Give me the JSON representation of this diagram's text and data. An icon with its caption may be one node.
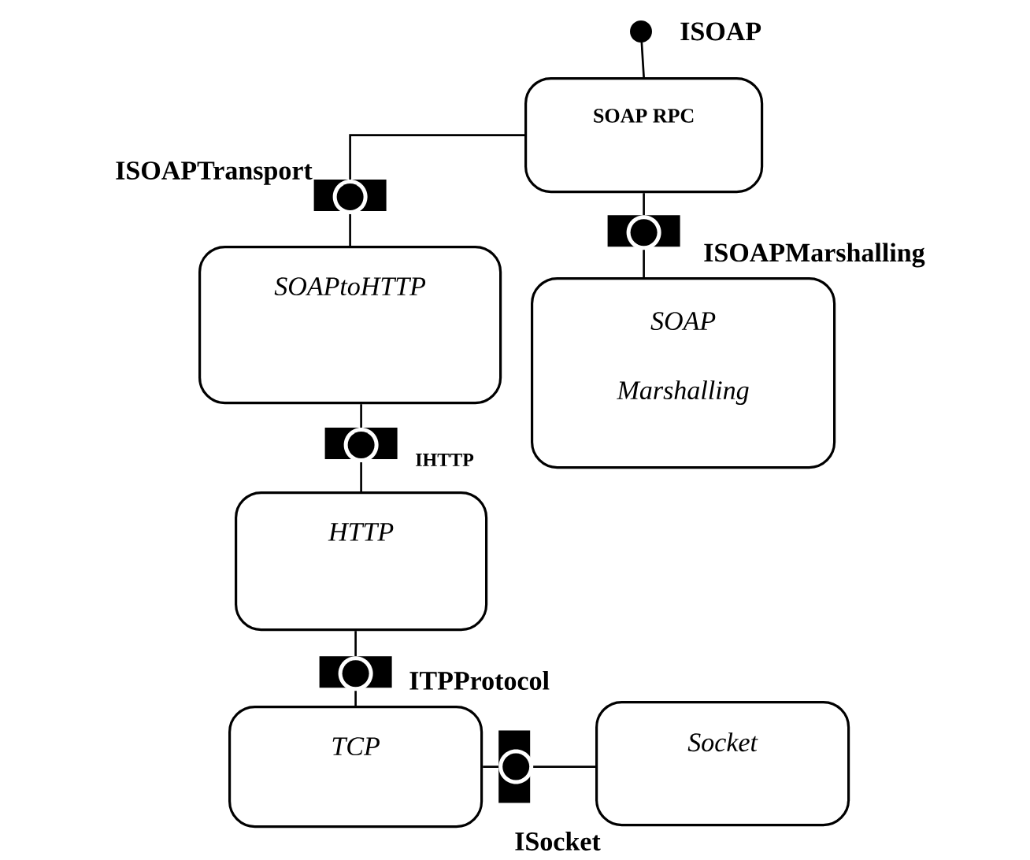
{
  "diagram": {
    "nodes": [
      {
        "text": [
          "SOAP RPC"
        ]
      },
      {
        "text": [
          "SOAPtoHTTP"
        ]
      },
      {
        "text": [
          "SOAP Marshalling"
        ]
      },
      {
        "text": [
          "HTTP"
        ]
      },
      {
        "text": [
          "TCP"
        ]
      },
      {
        "text": [
          "Socket"
        ]
      }
    ],
    "edges": [
      {
        "from": null,
        "to": 0,
        "arrow": "other",
        "label": "ISOAP"
      },
      {
        "from": 0,
        "to": 1,
        "arrow": "none",
        "label": "ISOAPTransport"
      },
      {
        "from": 0,
        "to": 2,
        "arrow": "none",
        "label": "ISOAPMarshalling"
      },
      {
        "from": 1,
        "to": 3,
        "arrow": "none",
        "label": "IHTTP"
      },
      {
        "from": 3,
        "to": 4,
        "arrow": "none",
        "label": "ITPProtocol"
      },
      {
        "from": 4,
        "to": 5,
        "arrow": "none",
        "label": "ISocket"
      }
    ]
  }
}
